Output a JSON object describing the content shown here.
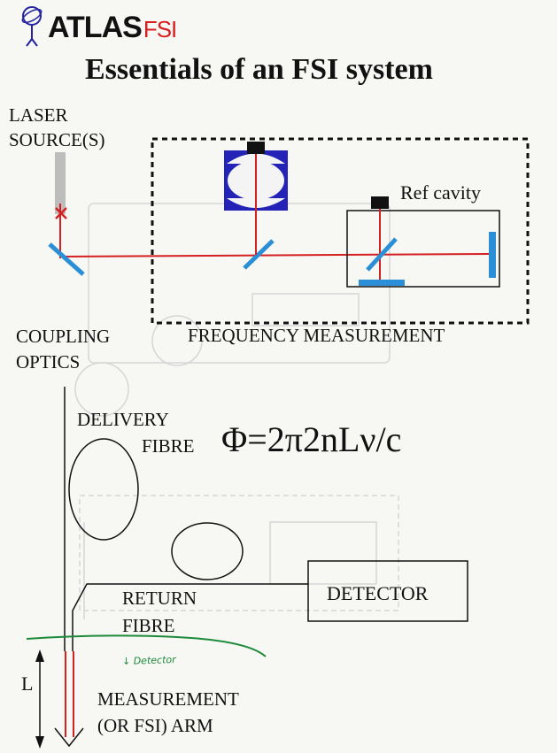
{
  "logo": {
    "main": "ATLAS",
    "suffix": "FSI"
  },
  "title": "Essentials of an FSI system",
  "labels": {
    "laser_line1": "LASER",
    "laser_line2": "SOURCE(S)",
    "ref_cavity": "Ref cavity",
    "coupling_line1": "COUPLING",
    "coupling_line2": "OPTICS",
    "frequency_measurement": "FREQUENCY MEASUREMENT",
    "delivery_line1": "DELIVERY",
    "delivery_line2": "FIBRE",
    "return_line1": "RETURN",
    "return_line2": "FIBRE",
    "detector": "DETECTOR",
    "length": "L",
    "measurement_line1": "MEASUREMENT",
    "measurement_line2": "(OR FSI) ARM"
  },
  "formula": "Φ=2π2nLν/c",
  "handwritten_note": "↓ Detector",
  "colors": {
    "beam": "#d42020",
    "mirror": "#2a8fd6",
    "interferometer": "#2323b8",
    "logo_accent": "#d81e1e",
    "annotation": "#1d8a3a"
  }
}
